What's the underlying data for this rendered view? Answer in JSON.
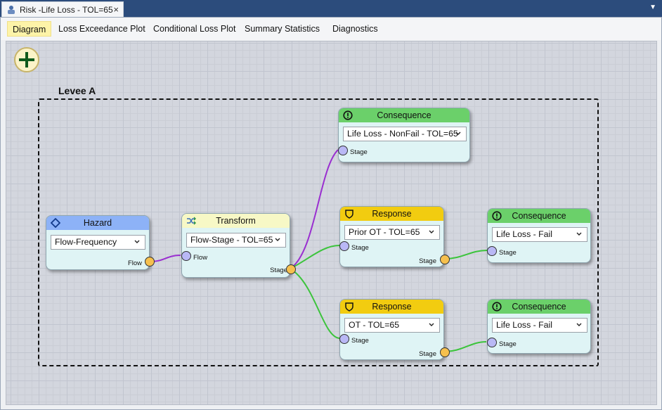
{
  "window": {
    "tab_title": "Risk -Life Loss - TOL=65",
    "close": "×",
    "dropdown": "▼"
  },
  "menu": {
    "diagram": "Diagram",
    "loss_exceedance": "Loss Exceedance Plot",
    "conditional_loss": "Conditional Loss Plot",
    "summary_stats": "Summary Statistics",
    "diagnostics": "Diagnostics"
  },
  "group": {
    "label": "Levee A"
  },
  "nodes": {
    "hazard": {
      "title": "Hazard",
      "value": "Flow-Frequency",
      "out_port": "Flow"
    },
    "transform": {
      "title": "Transform",
      "value": "Flow-Stage - TOL=65",
      "in_port": "Flow",
      "out_port": "Stage"
    },
    "consequence_top": {
      "title": "Consequence",
      "value": "Life Loss - NonFail - TOL=65",
      "in_port": "Stage"
    },
    "response_prior": {
      "title": "Response",
      "value": "Prior OT - TOL=65",
      "in_port": "Stage",
      "out_port": "Stage"
    },
    "consequence_mid": {
      "title": "Consequence",
      "value": "Life Loss - Fail",
      "in_port": "Stage"
    },
    "response_ot": {
      "title": "Response",
      "value": "OT - TOL=65",
      "in_port": "Stage",
      "out_port": "Stage"
    },
    "consequence_bot": {
      "title": "Consequence",
      "value": "Life Loss - Fail",
      "in_port": "Stage"
    }
  },
  "colors": {
    "hazard_header": "#8db2f7",
    "transform_header": "#f7f8c6",
    "consequence_header": "#6bd06a",
    "response_header": "#f2cc10",
    "wire_purple": "#9a2fd0",
    "wire_green": "#3cc43c"
  }
}
